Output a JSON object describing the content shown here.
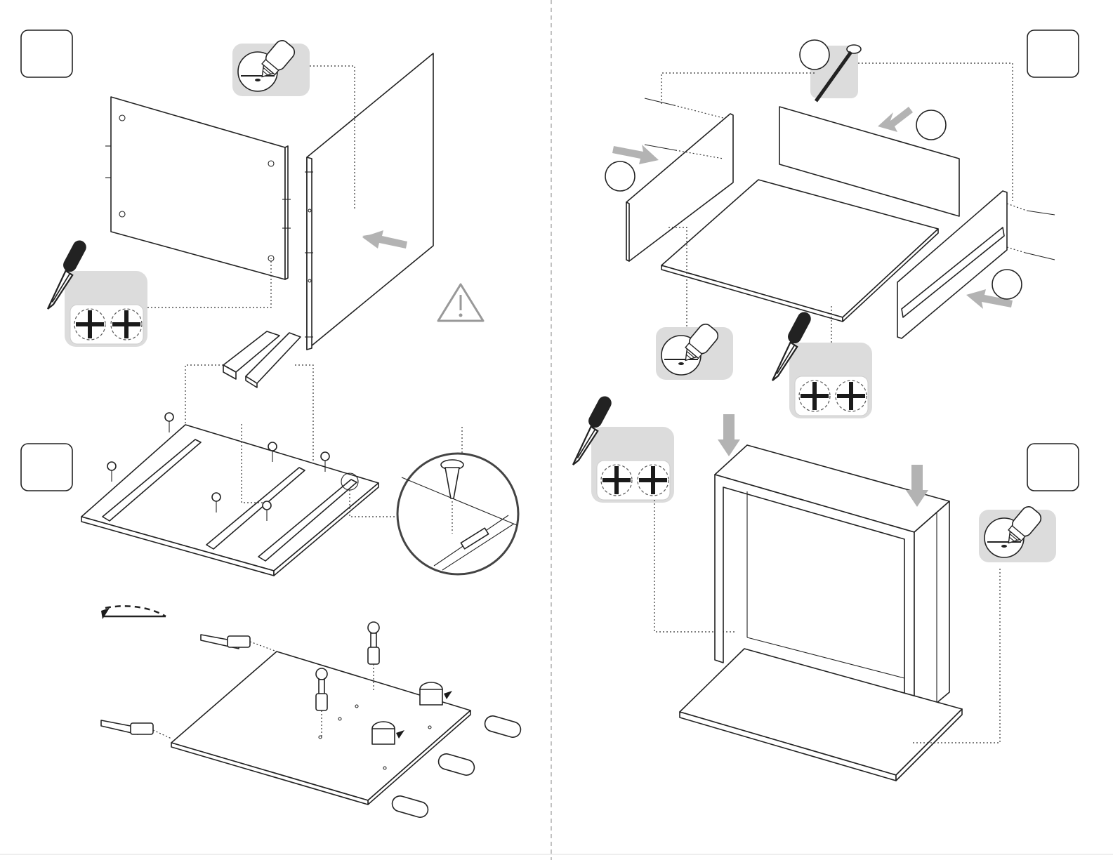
{
  "colors": {
    "background": "#ffffff",
    "line": "#222222",
    "tool_panel": "#dcdcdc",
    "direction_arrow": "#b3b3b3"
  },
  "step_boxes": [
    {
      "id": "step-box-top-left",
      "label": ""
    },
    {
      "id": "step-box-top-right",
      "label": ""
    },
    {
      "id": "step-box-middle-left",
      "label": ""
    },
    {
      "id": "step-box-middle-right",
      "label": ""
    }
  ],
  "part_callouts": [
    {
      "id": "callout-screw",
      "label": ""
    },
    {
      "id": "callout-back-panel",
      "label": ""
    },
    {
      "id": "callout-left-side",
      "label": ""
    },
    {
      "id": "callout-right-side",
      "label": ""
    }
  ],
  "icons": [
    "glue-bottle-icon",
    "screwdriver-icon",
    "tighten-screw-icon",
    "warning-icon",
    "rotate-arrow-icon",
    "direction-arrow-icon",
    "drawer-slide-icon",
    "screw-icon",
    "cam-lock-icon",
    "wooden-dowel-icon",
    "magnifier-detail-icon"
  ]
}
